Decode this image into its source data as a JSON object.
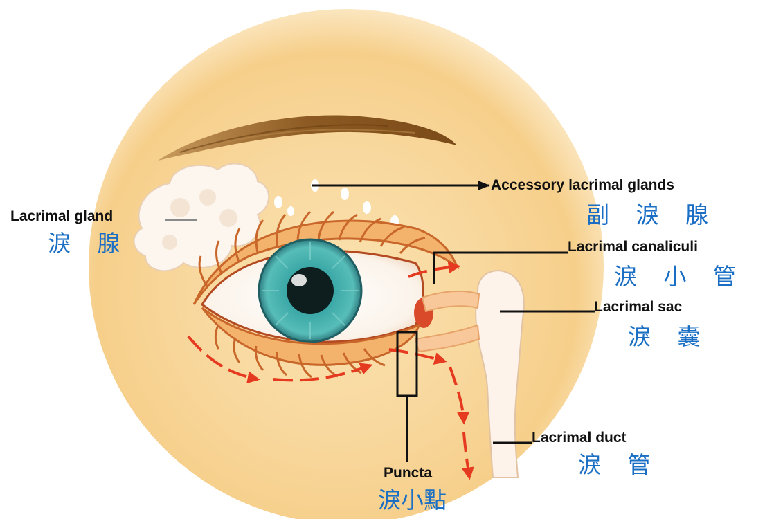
{
  "labels": {
    "accessory_glands": {
      "en": "Accessory lacrimal glands",
      "zh": "副 淚 腺"
    },
    "lacrimal_gland": {
      "en": "Lacrimal gland",
      "zh": "淚 腺"
    },
    "canaliculi": {
      "en": "Lacrimal canaliculi",
      "zh": "淚 小 管"
    },
    "sac": {
      "en": "Lacrimal sac",
      "zh": "淚 囊"
    },
    "duct": {
      "en": "Lacrimal duct",
      "zh": "淚 管"
    },
    "puncta": {
      "en": "Puncta",
      "zh": "淚小點"
    }
  },
  "colors": {
    "skin": "#f6cf8a",
    "skin_light": "#fbe6bf",
    "brow": "#9a6a2c",
    "iris": "#3aa7a6",
    "tear_flow": "#e53a1f",
    "label_zh": "#1a6fc4",
    "label_en": "#111111",
    "gland": "#fdf6ef"
  }
}
